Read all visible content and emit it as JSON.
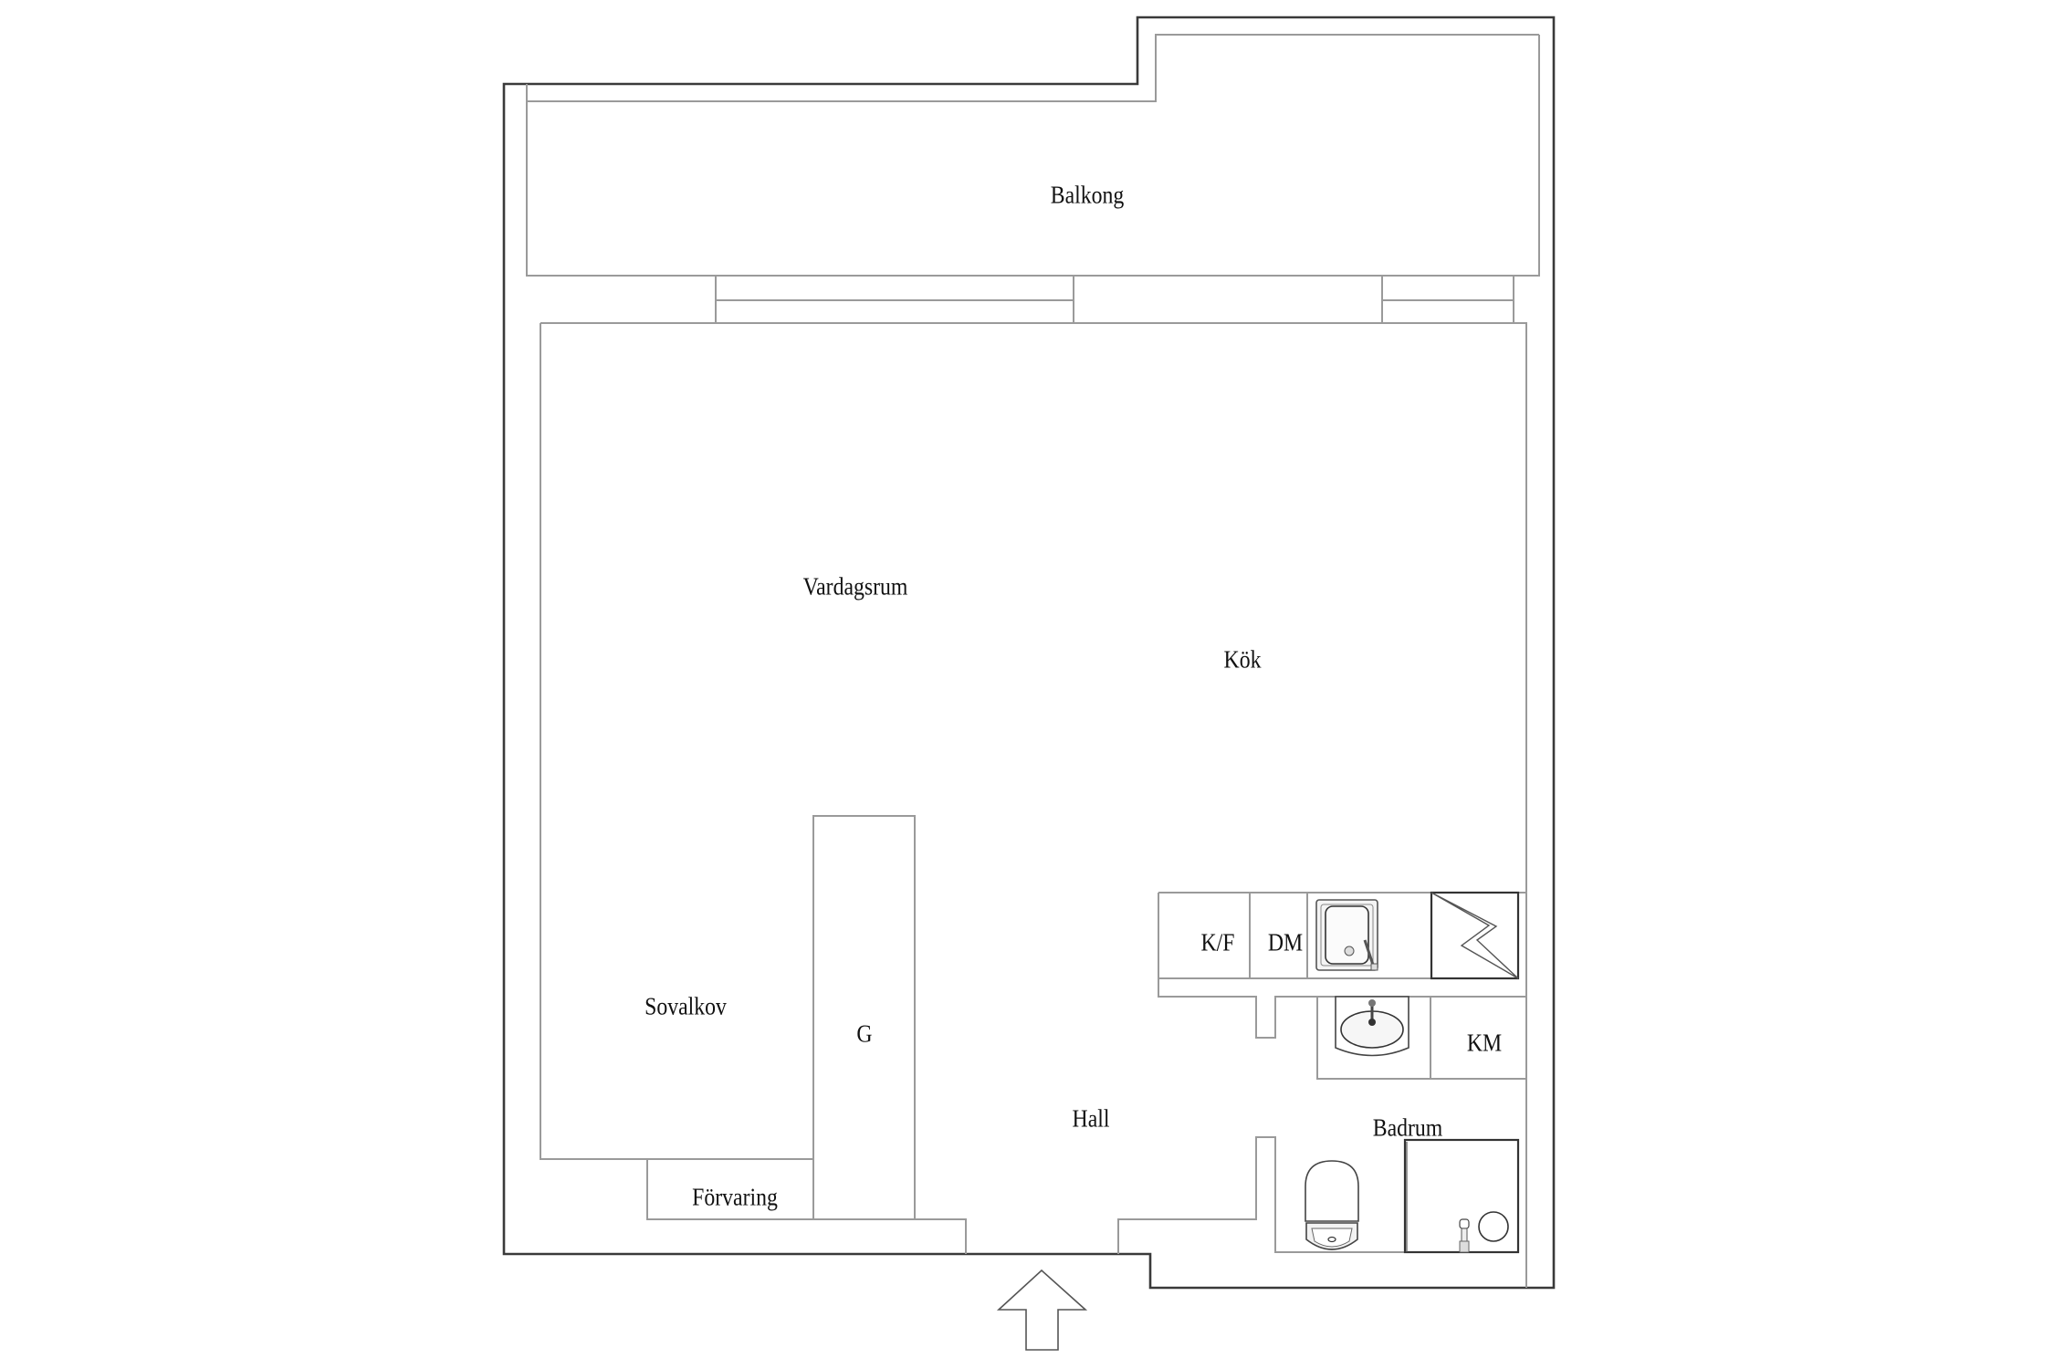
{
  "floorplan": {
    "rooms": {
      "balkong": {
        "label": "Balkong"
      },
      "vardagsrum": {
        "label": "Vardagsrum"
      },
      "kok": {
        "label": "Kök"
      },
      "sovalkov": {
        "label": "Sovalkov"
      },
      "garderob": {
        "label": "G"
      },
      "forvaring": {
        "label": "Förvaring"
      },
      "hall": {
        "label": "Hall"
      },
      "badrum": {
        "label": "Badrum"
      }
    },
    "appliances": {
      "kyl_frys": {
        "label": "K/F"
      },
      "diskmaskin": {
        "label": "DM"
      },
      "tvattmaskin": {
        "label": "KM"
      }
    },
    "icons": [
      "kitchen-sink-icon",
      "stove-icon",
      "washbasin-icon",
      "toilet-icon",
      "shower-icon",
      "entrance-arrow-icon"
    ],
    "colors": {
      "background": "#ffffff",
      "outer_wall": "#3a3a3a",
      "inner_wall": "#9a9a9a",
      "text": "#111111"
    }
  }
}
